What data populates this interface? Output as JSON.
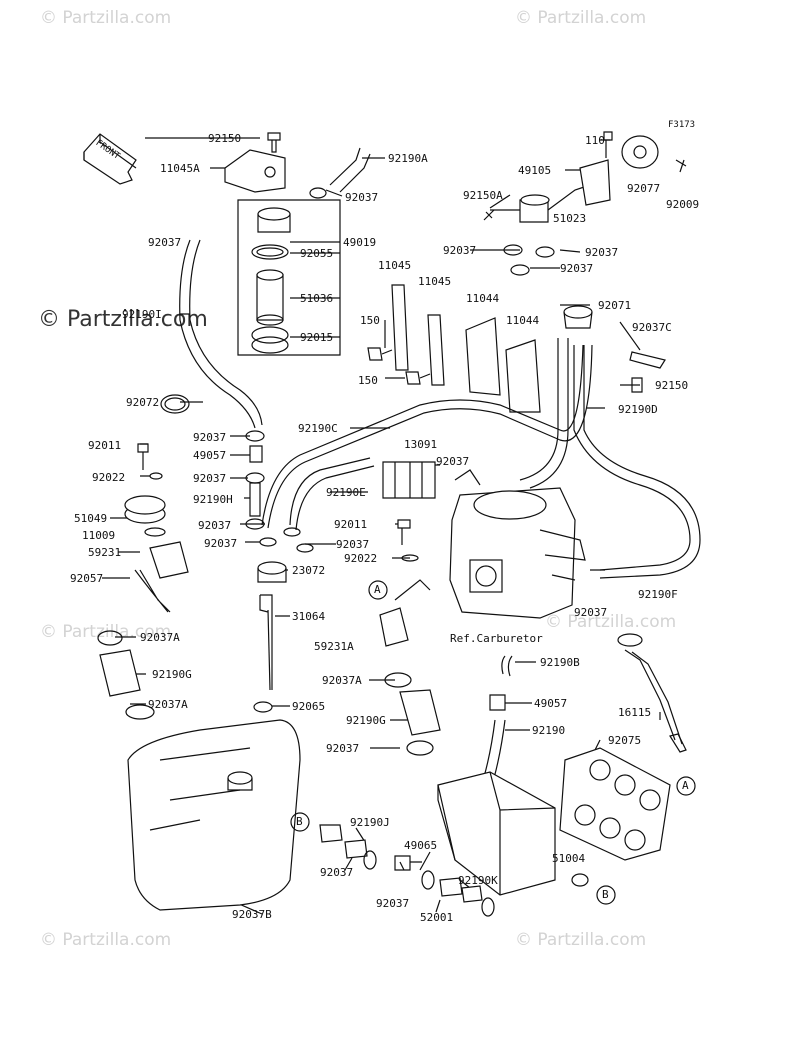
{
  "diagram": {
    "code": "F3173",
    "front_label": "FRONT",
    "ref_label": "Ref.Carburetor",
    "watermark": "© Partzilla.com",
    "watermark_center": "© Partzilla.com",
    "callouts": [
      "A",
      "A",
      "B",
      "B"
    ],
    "parts": [
      "92150",
      "11045A",
      "92190A",
      "92037",
      "49019",
      "92037",
      "92055",
      "51036",
      "92015",
      "110",
      "49105",
      "92077",
      "92009",
      "92150A",
      "51023",
      "92037",
      "92037",
      "92037",
      "11045",
      "11045",
      "11044",
      "11044",
      "92071",
      "92037C",
      "150",
      "150",
      "92150",
      "92190D",
      "92190I",
      "92072",
      "92190C",
      "13091",
      "92037",
      "92011",
      "92037",
      "49057",
      "92022",
      "92037",
      "92190H",
      "92190E",
      "51049",
      "11009",
      "92037",
      "92037",
      "92011",
      "92037",
      "59231",
      "92022",
      "92057",
      "23072",
      "92190F",
      "92037",
      "31064",
      "59231A",
      "92037A",
      "92190G",
      "92190B",
      "49057",
      "92037A",
      "92065",
      "92190G",
      "92190",
      "16115",
      "92037A",
      "92075",
      "92037",
      "92190J",
      "92037",
      "49065",
      "92037",
      "92190K",
      "52001",
      "51004",
      "92037B"
    ]
  }
}
